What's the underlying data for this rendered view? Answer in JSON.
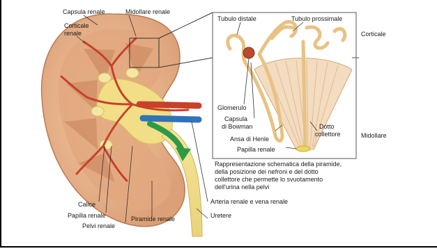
{
  "labels": {
    "capsula_renale": "Capsula renale",
    "midollare_renale": "Midollare renale",
    "corticale_renale_1": "Corticale",
    "corticale_renale_2": "renale",
    "tubulo_distale": "Tubulo distale",
    "tubulo_prossimale": "Tubulo prossimale",
    "corticale": "Corticale",
    "glomerulo": "Glomerulo",
    "capsula_bowman_1": "Capsula",
    "capsula_bowman_2": "di Bowman",
    "ansa_henle": "Ansa di Henle",
    "dotto_collettore_1": "Dotto",
    "dotto_collettore_2": "collettore",
    "midollare": "Midollare",
    "papilla_renale_right": "Papilla  renale",
    "calice": "Calice",
    "papilla_renale_left": "Papilla renale",
    "pelvi_renale": "Pelvi renale",
    "piramide_renale": "Piramide renale",
    "arteria_vena": "Arteria renale e vena renale",
    "uretere": "Uretere"
  },
  "caption": {
    "line1": "Rappresentazione schematica della piramide,",
    "line2": "della posizione dei nefroni e del dotto",
    "line3": "collettore che permette lo svuotamento",
    "line4": "dell'urina nella pelvi"
  },
  "colors": {
    "cortex": "#e8b48c",
    "medulla": "#d89a6e",
    "pyramid": "#c9835a",
    "pelvis": "#f1de86",
    "artery": "#c8412a",
    "vein": "#2f73b8",
    "urine_arrow": "#2e9a46",
    "nephron_tube": "#f0d29a",
    "pyramid_inset": "#f3dcc0"
  }
}
